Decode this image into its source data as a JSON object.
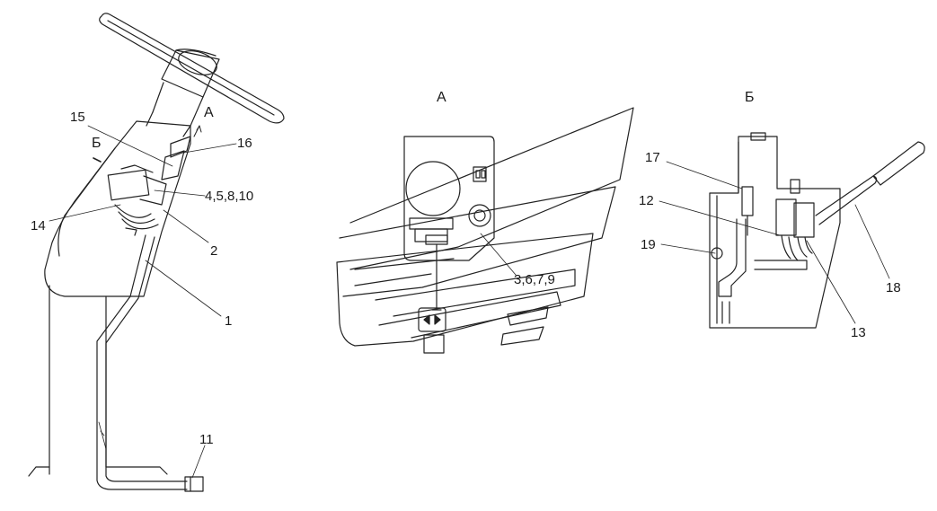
{
  "views": {
    "main": {
      "letter_a": "А",
      "letter_b": "Б"
    },
    "view_a": {
      "title": "А",
      "callout": "3,6,7,9"
    },
    "view_b": {
      "title": "Б"
    }
  },
  "callouts": {
    "c1": "1",
    "c2": "2",
    "c4_5_8_10": "4,5,8,10",
    "c11": "11",
    "c12": "12",
    "c13": "13",
    "c14": "14",
    "c15": "15",
    "c16": "16",
    "c17": "17",
    "c18": "18",
    "c19": "19"
  }
}
